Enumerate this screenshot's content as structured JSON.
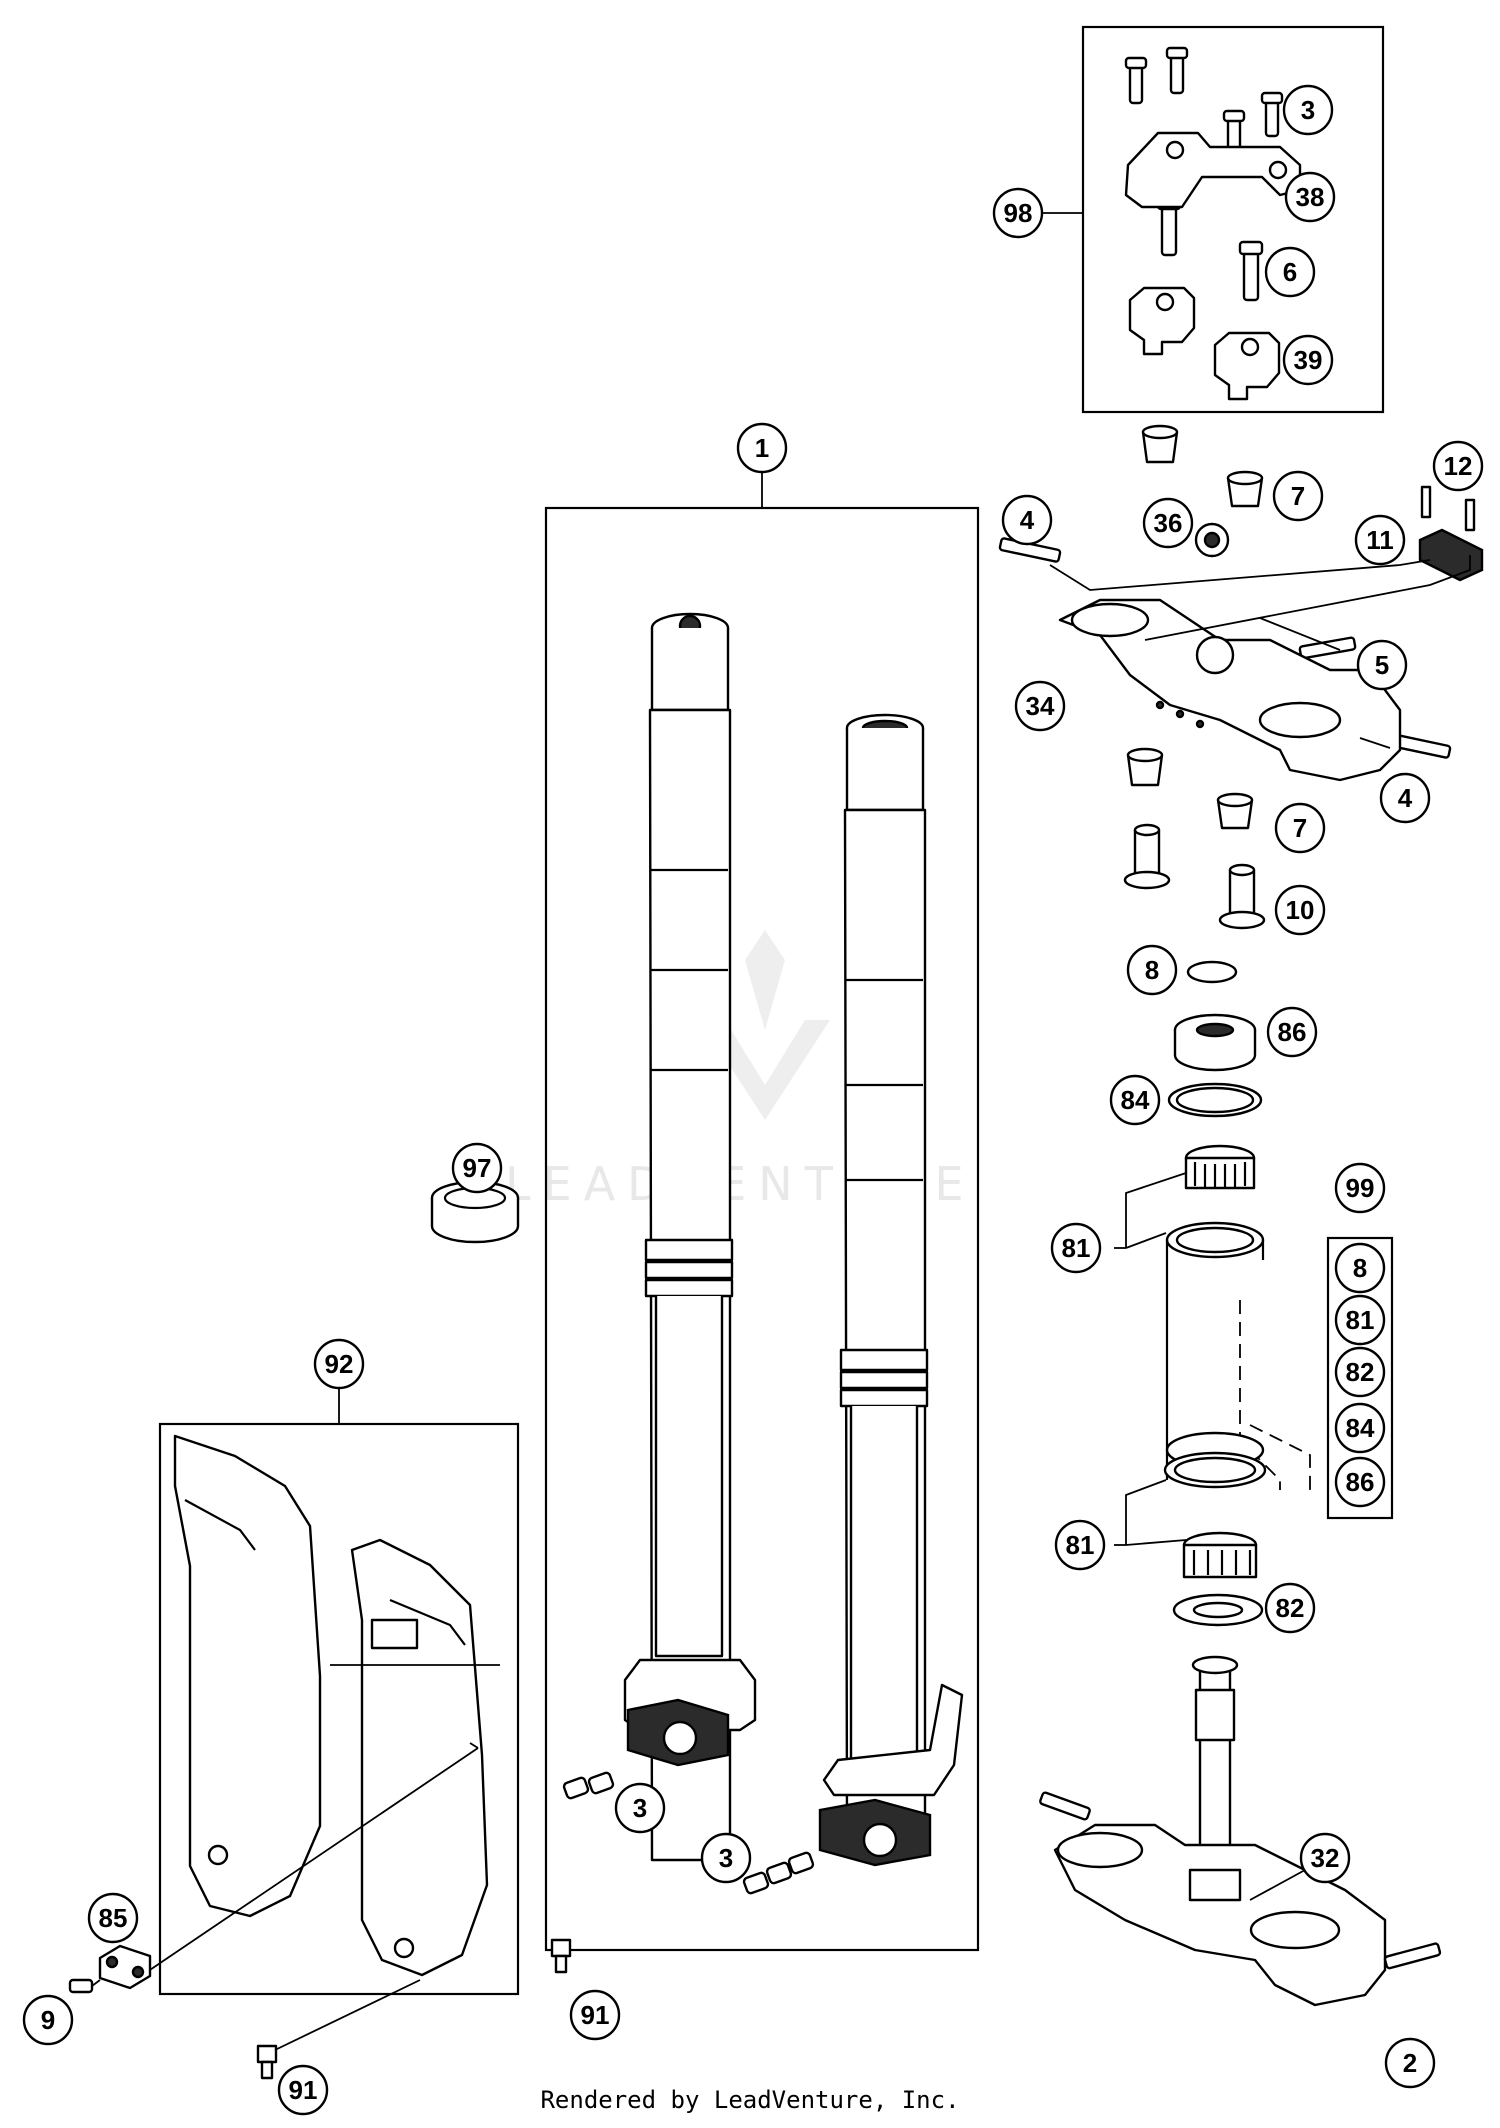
{
  "diagram": {
    "watermark_text": "LEADVENTURE",
    "footer_text": "Rendered by LeadVenture, Inc.",
    "callouts": [
      {
        "id": "c98",
        "label": "98"
      },
      {
        "id": "c3a",
        "label": "3"
      },
      {
        "id": "c38",
        "label": "38"
      },
      {
        "id": "c6",
        "label": "6"
      },
      {
        "id": "c39",
        "label": "39"
      },
      {
        "id": "c1",
        "label": "1"
      },
      {
        "id": "c12",
        "label": "12"
      },
      {
        "id": "c7a",
        "label": "7"
      },
      {
        "id": "c4a",
        "label": "4"
      },
      {
        "id": "c36",
        "label": "36"
      },
      {
        "id": "c11",
        "label": "11"
      },
      {
        "id": "c5",
        "label": "5"
      },
      {
        "id": "c34",
        "label": "34"
      },
      {
        "id": "c4b",
        "label": "4"
      },
      {
        "id": "c7b",
        "label": "7"
      },
      {
        "id": "c10",
        "label": "10"
      },
      {
        "id": "c8a",
        "label": "8"
      },
      {
        "id": "c86a",
        "label": "86"
      },
      {
        "id": "c84a",
        "label": "84"
      },
      {
        "id": "c97",
        "label": "97"
      },
      {
        "id": "c99",
        "label": "99"
      },
      {
        "id": "c81a",
        "label": "81"
      },
      {
        "id": "c8b",
        "label": "8"
      },
      {
        "id": "c81b",
        "label": "81"
      },
      {
        "id": "c82a",
        "label": "82"
      },
      {
        "id": "c84b",
        "label": "84"
      },
      {
        "id": "c86b",
        "label": "86"
      },
      {
        "id": "c92",
        "label": "92"
      },
      {
        "id": "c81c",
        "label": "81"
      },
      {
        "id": "c82b",
        "label": "82"
      },
      {
        "id": "c3b",
        "label": "3"
      },
      {
        "id": "c3c",
        "label": "3"
      },
      {
        "id": "c32",
        "label": "32"
      },
      {
        "id": "c85",
        "label": "85"
      },
      {
        "id": "c9",
        "label": "9"
      },
      {
        "id": "c91a",
        "label": "91"
      },
      {
        "id": "c91b",
        "label": "91"
      },
      {
        "id": "c2",
        "label": "2"
      }
    ]
  }
}
